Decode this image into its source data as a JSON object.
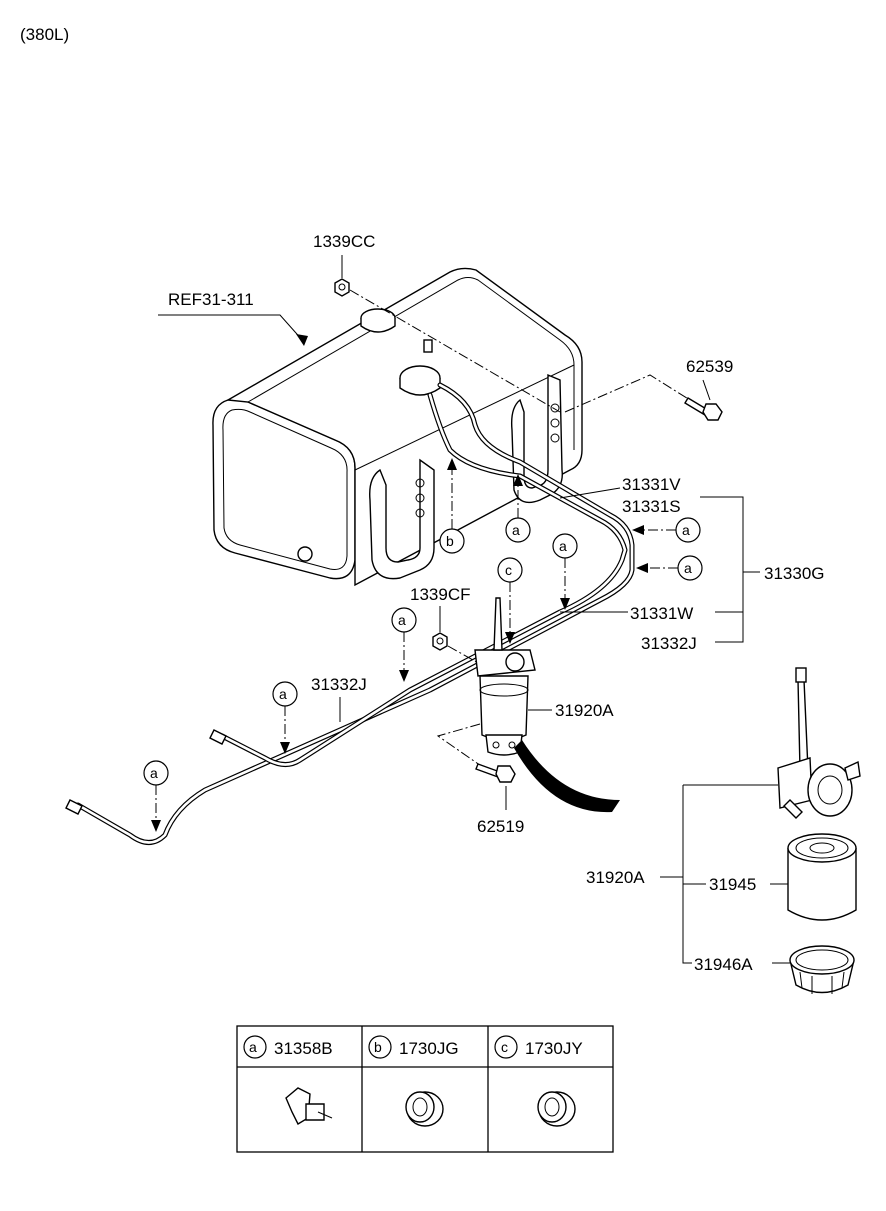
{
  "header": {
    "variant": "(380L)"
  },
  "labels": {
    "ref": "REF31-311",
    "cap_nut": "1339CC",
    "bolt_top": "62539",
    "hose_v": "31331V",
    "hose_s": "31331S",
    "tube_assy": "31330G",
    "hose_w": "31331W",
    "tube_j_right": "31332J",
    "nut_filter": "1339CF",
    "tube_j_left": "31332J",
    "filter_assy": "31920A",
    "bolt_bottom": "62519",
    "filter_assy_exploded": "31920A",
    "element": "31945",
    "bowl": "31946A"
  },
  "callouts": {
    "a": "a",
    "b": "b",
    "c": "c"
  },
  "table": {
    "headers": [
      {
        "letter": "a",
        "part": "31358B"
      },
      {
        "letter": "b",
        "part": "1730JG"
      },
      {
        "letter": "c",
        "part": "1730JY"
      }
    ]
  }
}
